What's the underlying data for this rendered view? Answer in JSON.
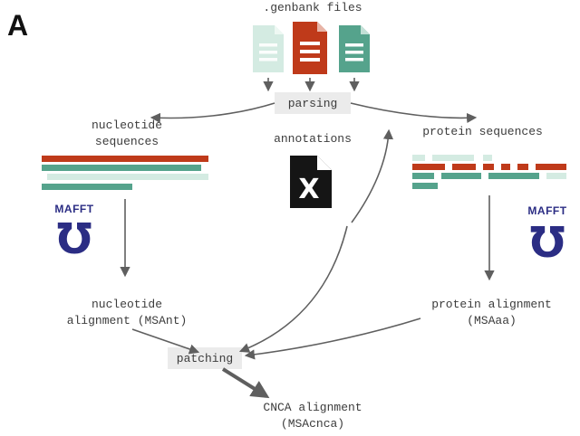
{
  "panel_label": "A",
  "header": {
    "title": ".genbank files"
  },
  "colors": {
    "file_pale_green": "#d4ebe2",
    "file_red": "#bf3a1a",
    "file_teal": "#55a38c",
    "annotations_file_black": "#151515",
    "mafft_navy": "#2b2d84",
    "arrow_gray": "#5f5f5f",
    "box_background": "#ebebeb",
    "text": "#3c3c3c"
  },
  "boxes": {
    "parsing": "parsing",
    "patching": "patching"
  },
  "labels": {
    "nucleotide_sequences_l1": "nucleotide",
    "nucleotide_sequences_l2": "sequences",
    "annotations": "annotations",
    "protein_sequences": "protein sequences",
    "nucleotide_alignment_l1": "nucleotide",
    "nucleotide_alignment_l2": "alignment (MSAnt)",
    "protein_alignment_l1": "protein alignment",
    "protein_alignment_l2": "(MSAaa)",
    "cnca_alignment_l1": "CNCA alignment",
    "cnca_alignment_l2": "(MSAcnca)",
    "mafft": "MAFFT",
    "annotations_icon_letter": "X"
  },
  "icons": {
    "genbank_files": [
      "file-icon-pale-green",
      "file-icon-red",
      "file-icon-teal"
    ],
    "annotations": "x-file-icon",
    "aligner": "mafft-logo-icon"
  }
}
